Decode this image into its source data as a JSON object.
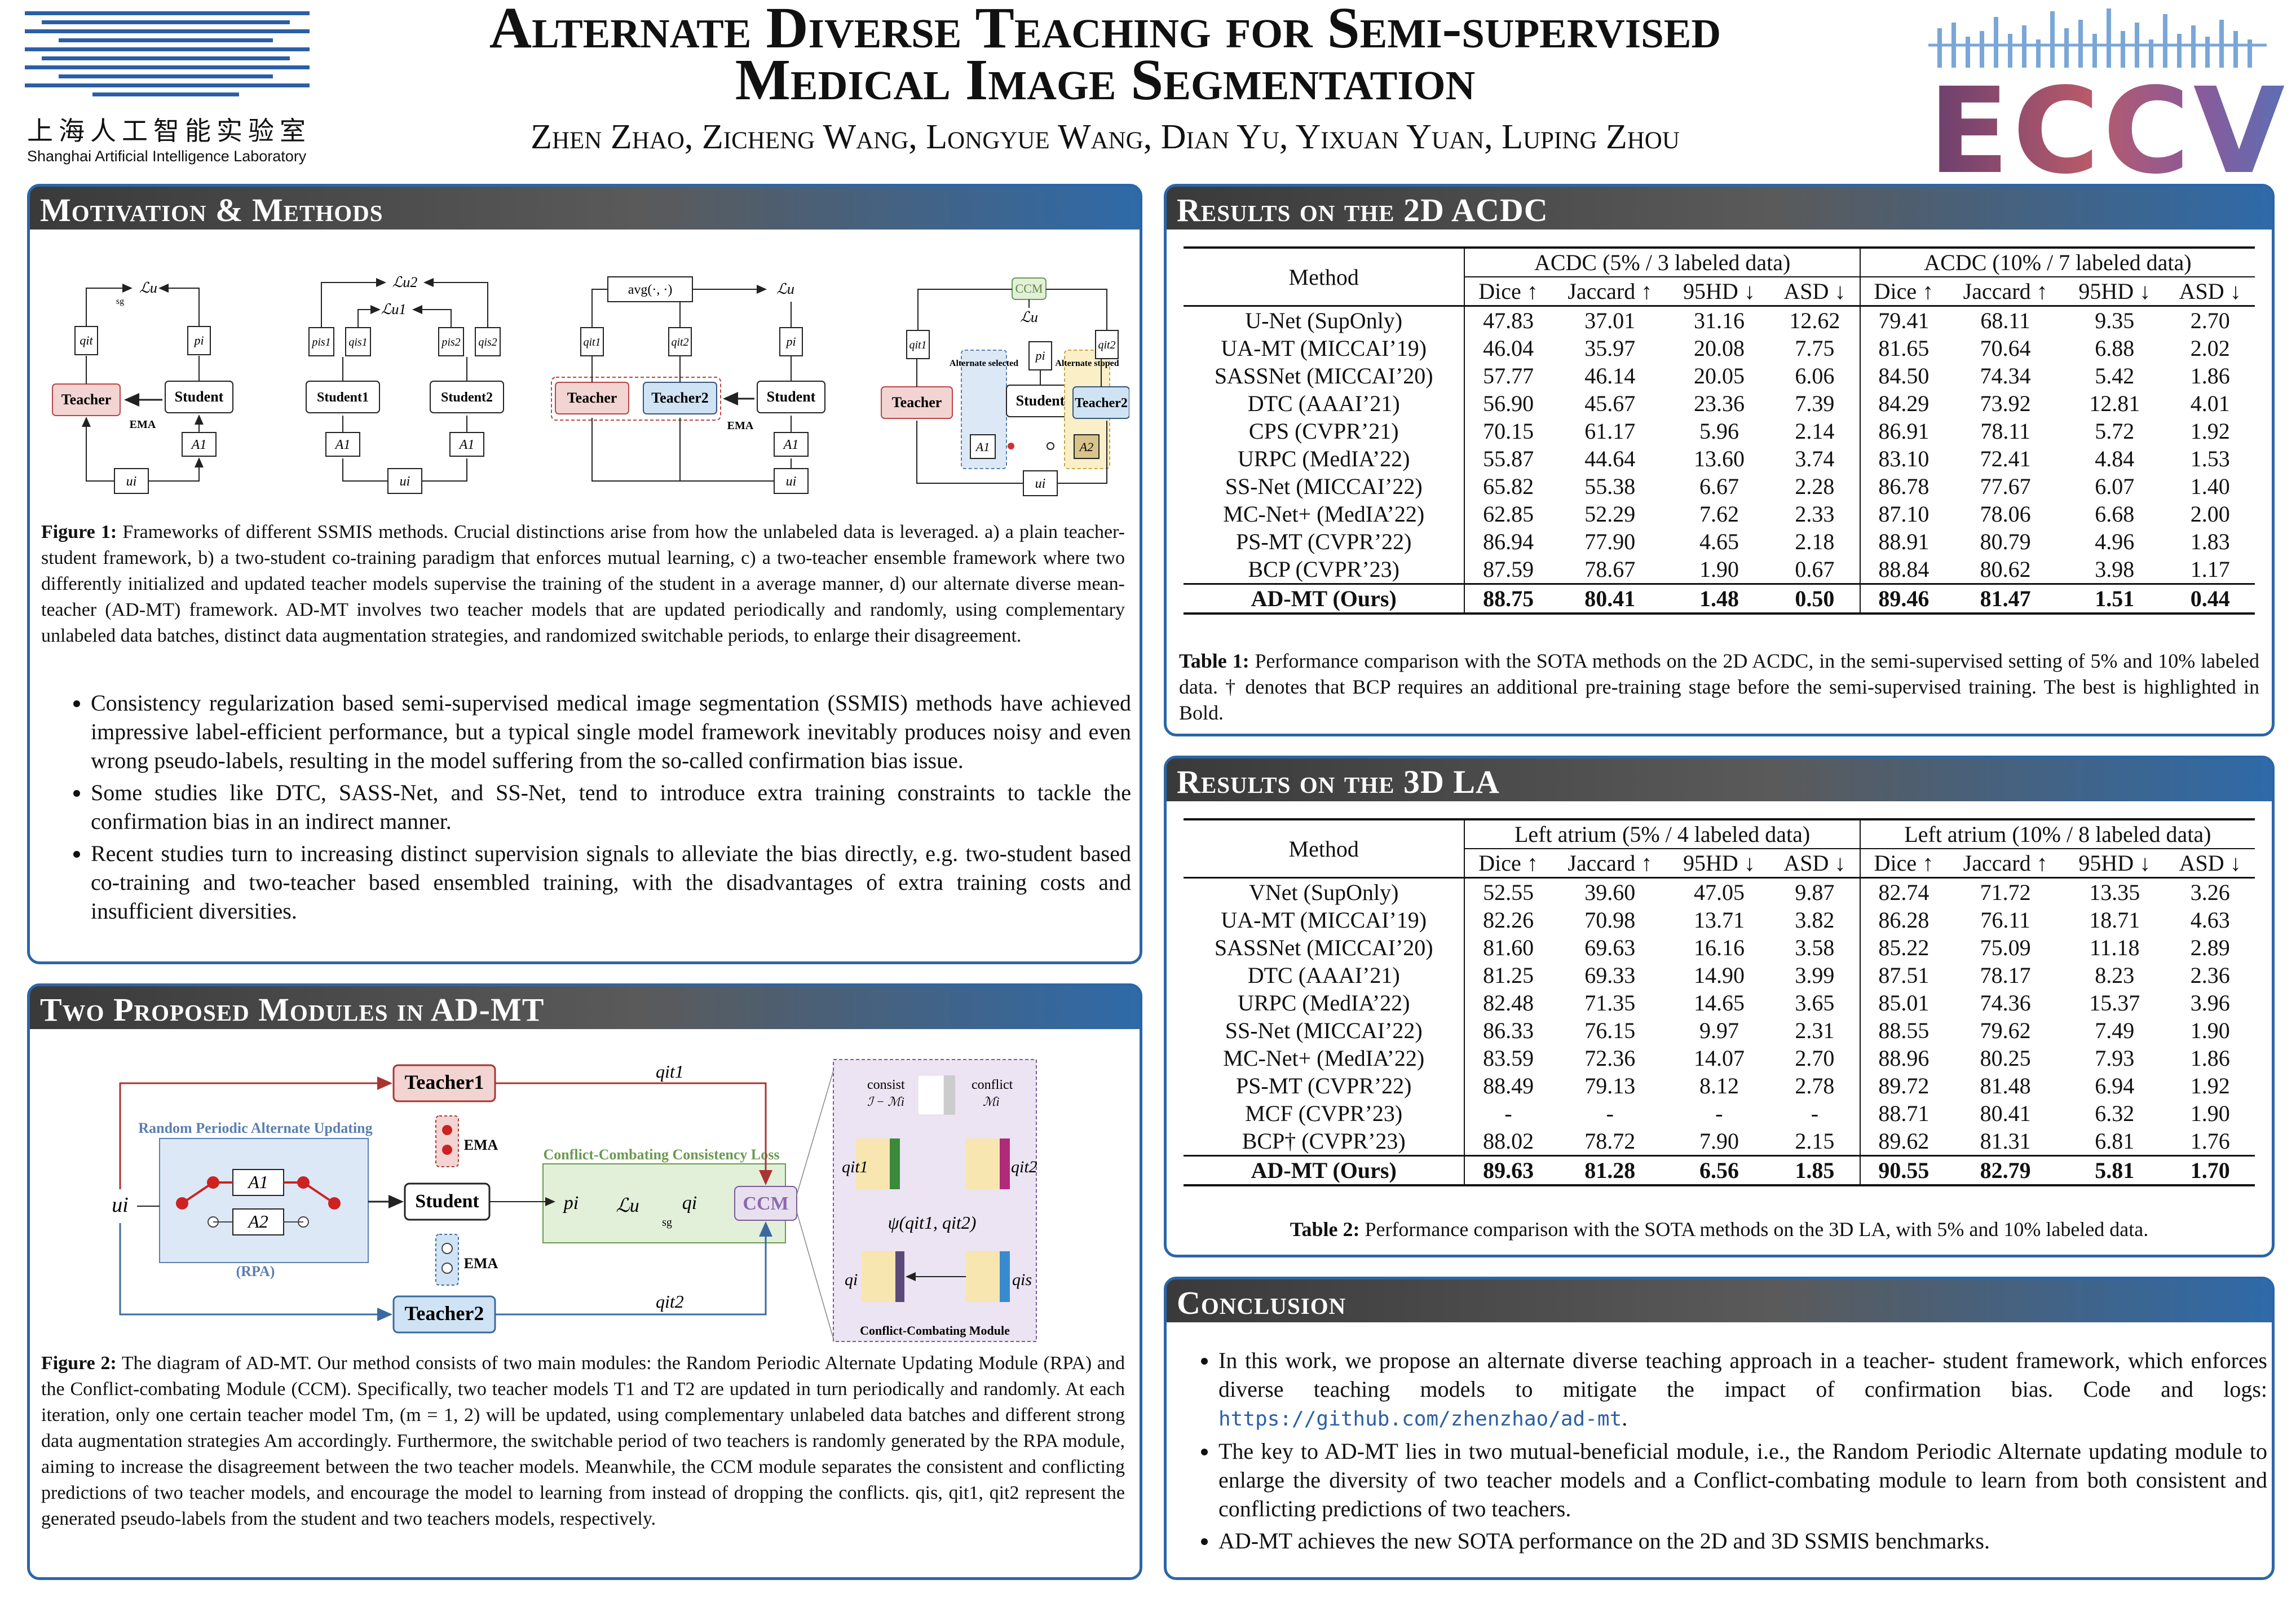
{
  "header": {
    "title_line1": "Alternate Diverse Teaching for Semi-supervised",
    "title_line2": "Medical Image Segmentation",
    "authors": "Zhen Zhao, Zicheng Wang, Longyue Wang, Dian Yu, Yixuan Yuan, Luping Zhou",
    "logo_zh": "上海人工智能实验室",
    "logo_en": "Shanghai Artificial Intelligence Laboratory",
    "conf_logo": "ECCV"
  },
  "motivation": {
    "heading": "Motivation & Methods",
    "fig1": {
      "a": {
        "teacher": "Teacher",
        "student": "Student",
        "ema": "EMA",
        "loss": "ℒu",
        "sg": "sg",
        "qt": "qit",
        "p": "pi",
        "a1": "A1",
        "u": "ui"
      },
      "b": {
        "s1": "Student1",
        "s2": "Student2",
        "lu2": "ℒu2",
        "lu1": "ℒu1",
        "ps1": "pis1",
        "qs1": "qis1",
        "ps2": "pis2",
        "qs2": "qis2",
        "a1": "A1",
        "u": "ui"
      },
      "c": {
        "t1": "Teacher",
        "t2": "Teacher2",
        "student": "Student",
        "avg": "avg(·, ·)",
        "loss": "ℒu",
        "qt1": "qit1",
        "qt2": "qit2",
        "p": "pi",
        "ema": "EMA",
        "a1": "A1",
        "u": "ui"
      },
      "d": {
        "teacher": "Teacher",
        "student": "Student",
        "t2": "Teacher2",
        "ccm": "CCM",
        "loss": "ℒu",
        "qt1": "qit1",
        "qt2": "qit2",
        "p": "pi",
        "sel": "Alternate selected",
        "stop": "Alternate stoped",
        "a1": "A1",
        "a2": "A2",
        "u": "ui"
      }
    },
    "fig1_caption_label": "Figure 1:",
    "fig1_caption": "Frameworks of different SSMIS methods. Crucial distinctions arise from how the unlabeled data is leveraged. a) a plain teacher-student framework, b) a two-student co-training paradigm that enforces mutual learning, c) a two-teacher ensemble framework where two differently initialized and updated teacher models supervise the training of the student in a average manner, d) our alternate diverse mean-teacher (AD-MT) framework. AD-MT involves two teacher models that are updated periodically and randomly, using complementary unlabeled data batches, distinct data augmentation strategies, and randomized switchable periods, to enlarge their disagreement.",
    "bullets": [
      "Consistency regularization based semi-supervised medical image segmentation (SSMIS) methods have achieved impressive label-efficient performance, but a typical single model framework inevitably produces noisy and even wrong pseudo-labels, resulting in the model suffering from the so-called confirmation bias issue.",
      "Some studies like DTC, SASS-Net, and SS-Net, tend to introduce extra training constraints to tackle the confirmation bias in an indirect manner.",
      "Recent studies turn to increasing distinct supervision signals to alleviate the bias directly, e.g. two-student based co-training and two-teacher based ensembled training, with the disadvantages of extra training costs and insufficient diversities."
    ]
  },
  "modules": {
    "heading": "Two Proposed Modules in AD-MT",
    "fig2": {
      "teacher1": "Teacher1",
      "teacher2": "Teacher2",
      "student": "Student",
      "ema": "EMA",
      "rpa_title": "Random Periodic Alternate Updating",
      "rpa": "(RPA)",
      "a1": "A1",
      "a2": "A2",
      "u": "ui",
      "ccl": "Conflict-Combating Consistency Loss",
      "p": "pi",
      "loss": "ℒu",
      "sg": "sg",
      "q": "qi",
      "ccm": "CCM",
      "qt1": "qit1",
      "qt2": "qit2",
      "consist": "consist",
      "conflict": "conflict",
      "i_m": "ℐ − ℳi",
      "m": "ℳi",
      "psi": "ψ(qit1, qit2)",
      "qs": "qis",
      "ccm_title": "Conflict-Combating Module"
    },
    "fig2_caption_label": "Figure 2:",
    "fig2_caption": "The diagram of AD-MT. Our method consists of two main modules: the Random Periodic Alternate Updating Module (RPA) and the Conflict-combating Module (CCM). Specifically, two teacher models T1 and T2 are updated in turn periodically and randomly. At each iteration, only one certain teacher model Tm, (m = 1, 2) will be updated, using complementary unlabeled data batches and different strong data augmentation strategies Am accordingly. Furthermore, the switchable period of two teachers is randomly generated by the RPA module, aiming to increase the disagreement between the two teacher models. Meanwhile, the CCM module separates the consistent and conflicting predictions of two teacher models, and encourage the model to learning from instead of dropping the conflicts. qis, qit1, qit2 represent the generated pseudo-labels from the student and two teachers models, respectively."
  },
  "acdc": {
    "heading": "Results on the 2D ACDC",
    "method_header": "Method",
    "group1": "ACDC (5% / 3 labeled data)",
    "group2": "ACDC (10% / 7 labeled data)",
    "cols": [
      "Dice ↑",
      "Jaccard ↑",
      "95HD ↓",
      "ASD ↓",
      "Dice ↑",
      "Jaccard ↑",
      "95HD ↓",
      "ASD ↓"
    ],
    "rows": [
      [
        "U-Net (SupOnly)",
        "47.83",
        "37.01",
        "31.16",
        "12.62",
        "79.41",
        "68.11",
        "9.35",
        "2.70"
      ],
      [
        "UA-MT (MICCAI’19)",
        "46.04",
        "35.97",
        "20.08",
        "7.75",
        "81.65",
        "70.64",
        "6.88",
        "2.02"
      ],
      [
        "SASSNet (MICCAI’20)",
        "57.77",
        "46.14",
        "20.05",
        "6.06",
        "84.50",
        "74.34",
        "5.42",
        "1.86"
      ],
      [
        "DTC (AAAI’21)",
        "56.90",
        "45.67",
        "23.36",
        "7.39",
        "84.29",
        "73.92",
        "12.81",
        "4.01"
      ],
      [
        "CPS (CVPR’21)",
        "70.15",
        "61.17",
        "5.96",
        "2.14",
        "86.91",
        "78.11",
        "5.72",
        "1.92"
      ],
      [
        "URPC (MedIA’22)",
        "55.87",
        "44.64",
        "13.60",
        "3.74",
        "83.10",
        "72.41",
        "4.84",
        "1.53"
      ],
      [
        "SS-Net (MICCAI’22)",
        "65.82",
        "55.38",
        "6.67",
        "2.28",
        "86.78",
        "77.67",
        "6.07",
        "1.40"
      ],
      [
        "MC-Net+ (MedIA’22)",
        "62.85",
        "52.29",
        "7.62",
        "2.33",
        "87.10",
        "78.06",
        "6.68",
        "2.00"
      ],
      [
        "PS-MT (CVPR’22)",
        "86.94",
        "77.90",
        "4.65",
        "2.18",
        "88.91",
        "80.79",
        "4.96",
        "1.83"
      ],
      [
        "BCP (CVPR’23)",
        "87.59",
        "78.67",
        "1.90",
        "0.67",
        "88.84",
        "80.62",
        "3.98",
        "1.17"
      ]
    ],
    "best_row": [
      "AD-MT (Ours)",
      "88.75",
      "80.41",
      "1.48",
      "0.50",
      "89.46",
      "81.47",
      "1.51",
      "0.44"
    ],
    "caption_label": "Table 1:",
    "caption": "Performance comparison with the SOTA methods on the 2D ACDC, in the semi-supervised setting of 5% and 10% labeled data. † denotes that BCP requires an additional pre-training stage before the semi-supervised training. The best is highlighted in Bold."
  },
  "la": {
    "heading": "Results on the 3D LA",
    "method_header": "Method",
    "group1": "Left atrium (5% / 4 labeled data)",
    "group2": "Left atrium (10% / 8 labeled data)",
    "cols": [
      "Dice ↑",
      "Jaccard ↑",
      "95HD ↓",
      "ASD ↓",
      "Dice ↑",
      "Jaccard ↑",
      "95HD ↓",
      "ASD ↓"
    ],
    "rows": [
      [
        "VNet (SupOnly)",
        "52.55",
        "39.60",
        "47.05",
        "9.87",
        "82.74",
        "71.72",
        "13.35",
        "3.26"
      ],
      [
        "UA-MT (MICCAI’19)",
        "82.26",
        "70.98",
        "13.71",
        "3.82",
        "86.28",
        "76.11",
        "18.71",
        "4.63"
      ],
      [
        "SASSNet (MICCAI’20)",
        "81.60",
        "69.63",
        "16.16",
        "3.58",
        "85.22",
        "75.09",
        "11.18",
        "2.89"
      ],
      [
        "DTC (AAAI’21)",
        "81.25",
        "69.33",
        "14.90",
        "3.99",
        "87.51",
        "78.17",
        "8.23",
        "2.36"
      ],
      [
        "URPC (MedIA’22)",
        "82.48",
        "71.35",
        "14.65",
        "3.65",
        "85.01",
        "74.36",
        "15.37",
        "3.96"
      ],
      [
        "SS-Net (MICCAI’22)",
        "86.33",
        "76.15",
        "9.97",
        "2.31",
        "88.55",
        "79.62",
        "7.49",
        "1.90"
      ],
      [
        "MC-Net+ (MedIA’22)",
        "83.59",
        "72.36",
        "14.07",
        "2.70",
        "88.96",
        "80.25",
        "7.93",
        "1.86"
      ],
      [
        "PS-MT (CVPR’22)",
        "88.49",
        "79.13",
        "8.12",
        "2.78",
        "89.72",
        "81.48",
        "6.94",
        "1.92"
      ],
      [
        "MCF (CVPR’23)",
        "-",
        "-",
        "-",
        "-",
        "88.71",
        "80.41",
        "6.32",
        "1.90"
      ],
      [
        "BCP† (CVPR’23)",
        "88.02",
        "78.72",
        "7.90",
        "2.15",
        "89.62",
        "81.31",
        "6.81",
        "1.76"
      ]
    ],
    "best_row": [
      "AD-MT (Ours)",
      "89.63",
      "81.28",
      "6.56",
      "1.85",
      "90.55",
      "82.79",
      "5.81",
      "1.70"
    ],
    "caption_label": "Table 2:",
    "caption": "Performance comparison with the SOTA methods on the 3D LA, with 5% and 10% labeled data."
  },
  "conclusion": {
    "heading": "Conclusion",
    "bullet1": "In this work, we propose an alternate diverse teaching approach in a teacher- student framework, which enforces diverse teaching models to mitigate the impact of confirmation bias. Code and logs:",
    "link": "https://github.com/zhenzhao/ad-mt",
    "bullet2": "The key to AD-MT lies in two mutual-beneficial module, i.e., the Random Periodic Alternate updating module to enlarge the diversity of two teacher models and a Conflict-combating module to learn from both consistent and conflicting predictions of two teachers.",
    "bullet3": "AD-MT achieves the new SOTA performance on the 2D and 3D SSMIS benchmarks."
  },
  "colors": {
    "panel_border": "#2b66a8",
    "teacher_fill": "#f2d4d2",
    "teacher2_fill": "#cfe3f5",
    "rpa_fill": "#dde8f6",
    "ccl_fill": "#e2efd9",
    "ccm_fill": "#e8e0ef"
  }
}
